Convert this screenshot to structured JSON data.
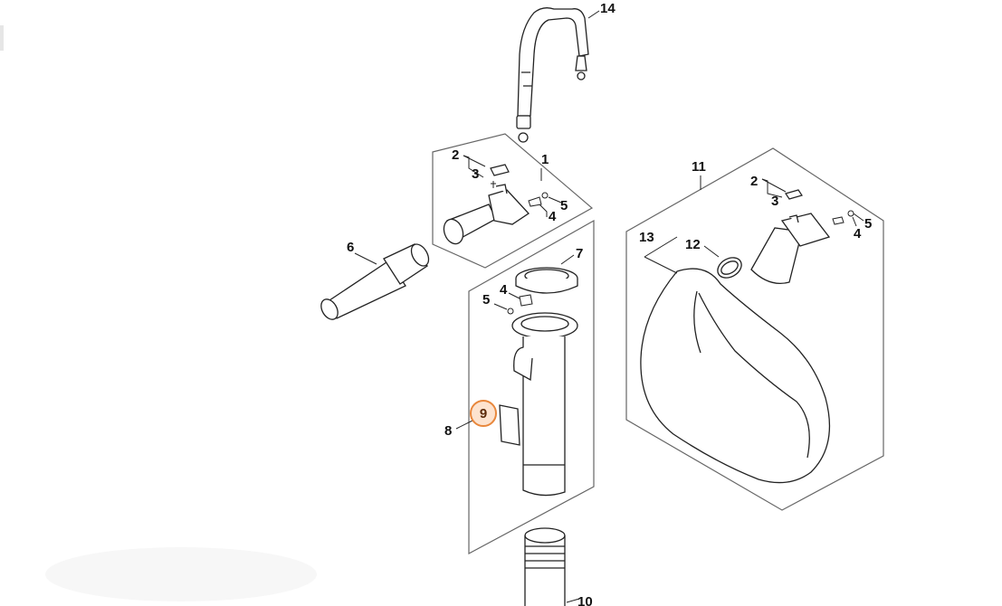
{
  "colors": {
    "line": "#222222",
    "frame": "#666666",
    "highlight": "#e8873c",
    "highlight_fill": "#fde3cf"
  },
  "callouts": {
    "c1": "1",
    "c2a": "2",
    "c2b": "2",
    "c3a": "3",
    "c3b": "3",
    "c4a": "4",
    "c4b": "4",
    "c4c": "4",
    "c5a": "5",
    "c5b": "5",
    "c5c": "5",
    "c6": "6",
    "c7": "7",
    "c8": "8",
    "c9": "9",
    "c10": "10",
    "c11": "11",
    "c12": "12",
    "c13": "13",
    "c14": "14"
  },
  "selected_part": "9"
}
